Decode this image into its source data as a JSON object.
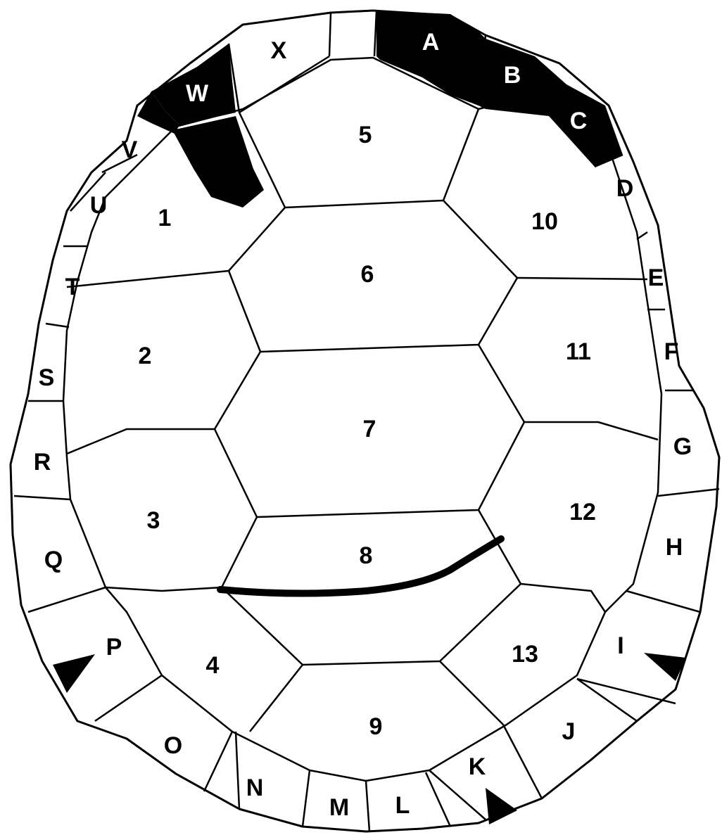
{
  "marginals": {
    "A": "A",
    "B": "B",
    "C": "C",
    "D": "D",
    "E": "E",
    "F": "F",
    "G": "G",
    "H": "H",
    "I": "I",
    "J": "J",
    "K": "K",
    "L": "L",
    "M": "M",
    "N": "N",
    "O": "O",
    "P": "P",
    "Q": "Q",
    "R": "R",
    "S": "S",
    "T": "T",
    "U": "U",
    "V": "V",
    "W": "W",
    "X": "X"
  },
  "scutes": {
    "s1": "1",
    "s2": "2",
    "s3": "3",
    "s4": "4",
    "s5": "5",
    "s6": "6",
    "s7": "7",
    "s8": "8",
    "s9": "9",
    "s10": "10",
    "s11": "11",
    "s12": "12",
    "s13": "13"
  },
  "colors": {
    "filled": "#000000",
    "empty": "#ffffff",
    "line": "#000000"
  },
  "marks": [
    "triangle-P",
    "triangle-I",
    "triangle-K",
    "crack-scute-8"
  ]
}
